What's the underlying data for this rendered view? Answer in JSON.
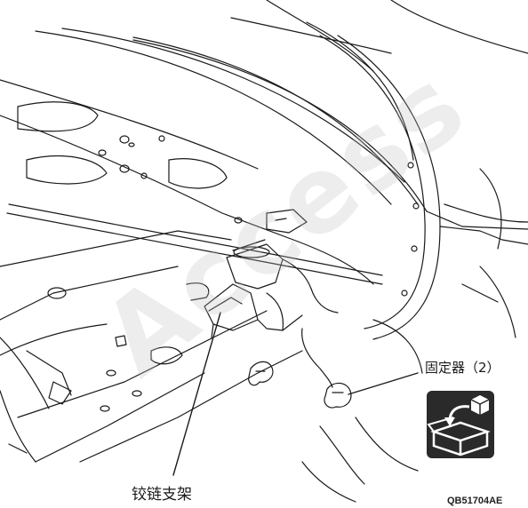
{
  "callouts": {
    "fastener": "固定器（2）",
    "hinge_bracket": "铰链支架"
  },
  "figure_code": "QB51704AE",
  "watermark": "Access",
  "colors": {
    "line": "#1a1a1a",
    "icon_bg": "#2a2a2a",
    "icon_fg": "#ffffff",
    "watermark": "#bebebe"
  },
  "icons": {
    "tool": "parts-box-icon"
  }
}
